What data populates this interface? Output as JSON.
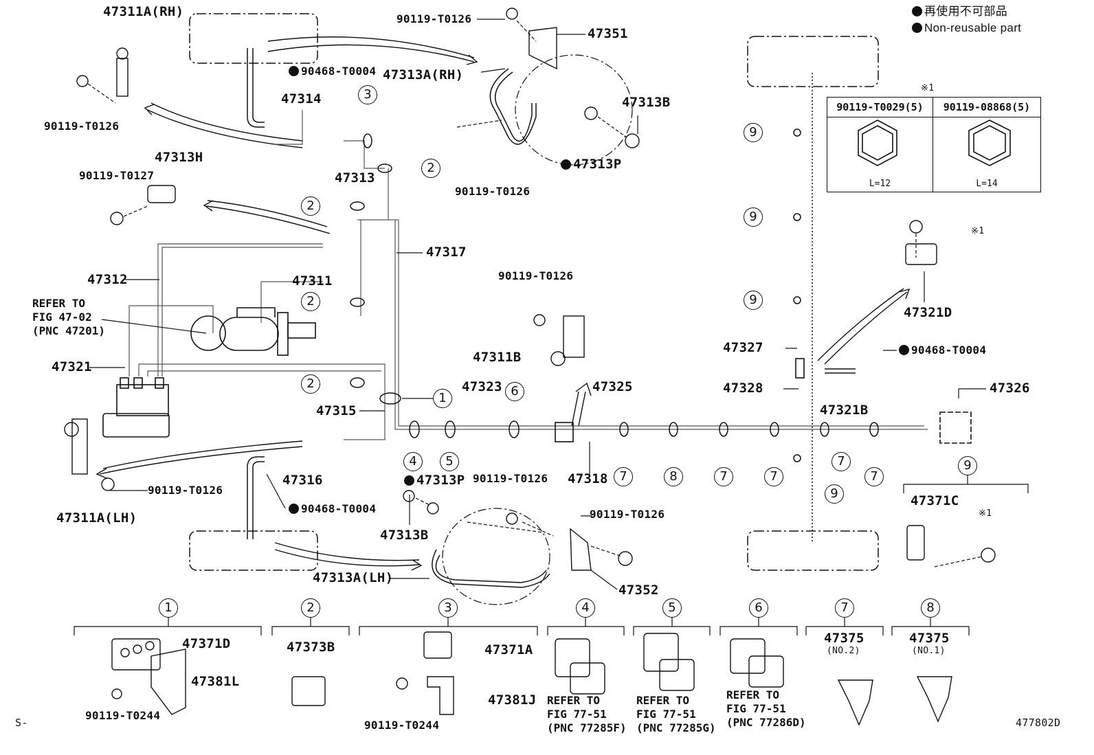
{
  "legend": {
    "line1": "再使用不可部品",
    "line2": "Non-reusable part"
  },
  "figure_code": "477802D",
  "corner_mark": "S-",
  "part_labels": {
    "p47311A_RH": "47311A(RH)",
    "p47311A_LH": "47311A(LH)",
    "p47351": "47351",
    "p47352": "47352",
    "p47313A_RH": "47313A(RH)",
    "p47313A_LH": "47313A(LH)",
    "p47313B_top": "47313B",
    "p47313B_bottom": "47313B",
    "p47313P_top": "47313P",
    "p47313P_bottom": "47313P",
    "p47314": "47314",
    "p47313": "47313",
    "p47313H": "47313H",
    "p47317": "47317",
    "p47312": "47312",
    "p47311": "47311",
    "p47321": "47321",
    "p47315": "47315",
    "p47316": "47316",
    "p47323": "47323",
    "p47325": "47325",
    "p47311B": "47311B",
    "p47318": "47318",
    "p47327": "47327",
    "p47328": "47328",
    "p47321B": "47321B",
    "p47326": "47326",
    "p47321D": "47321D",
    "p47371C": "47371C",
    "p47371D": "47371D",
    "p47381L": "47381L",
    "p47373B": "47373B",
    "p47371A": "47371A",
    "p47381J": "47381J",
    "p47375_a": "47375",
    "p47375_b": "47375",
    "no2": "(NO.2)",
    "no1": "(NO.1)"
  },
  "bolt_labels": {
    "b_t0126_top": "90119-T0126",
    "b_t0126_rh_bracket": "90119-T0126",
    "b_t0126_caliper_rh": "90119-T0126",
    "b_t0127": "90119-T0127",
    "b_t0126_clamp": "90119-T0126",
    "b_t0126_lh": "90119-T0126",
    "b_t0126_lh_bottom": "90119-T0126",
    "b_t0126_352": "90119-T0126",
    "b_t0244_a": "90119-T0244",
    "b_t0244_b": "90119-T0244",
    "b_t0004_top": "90468-T0004",
    "b_t0004_bottom": "90468-T0004",
    "b_t0004_right": "90468-T0004"
  },
  "refer_notes": {
    "master": "REFER TO\nFIG 47-02\n(PNC 47201)",
    "c4": "REFER TO\nFIG 77-51\n(PNC 77285F)",
    "c5": "REFER TO\nFIG 77-51\n(PNC 77285G)",
    "c6": "REFER TO\nFIG 77-51\n(PNC 77286D)"
  },
  "asterisk_note": "※1",
  "asterisk_a": "※1",
  "asterisk_b": "※1",
  "bolt_table": {
    "col1": "90119-T0029(5)",
    "col2": "90119-08868(5)",
    "len1": "L=12",
    "len2": "L=14"
  },
  "callouts": {
    "c1": "1",
    "c2": "2",
    "c3": "3",
    "c4": "4",
    "c5": "5",
    "c6": "6",
    "c7": "7",
    "c8": "8",
    "c9": "9"
  }
}
